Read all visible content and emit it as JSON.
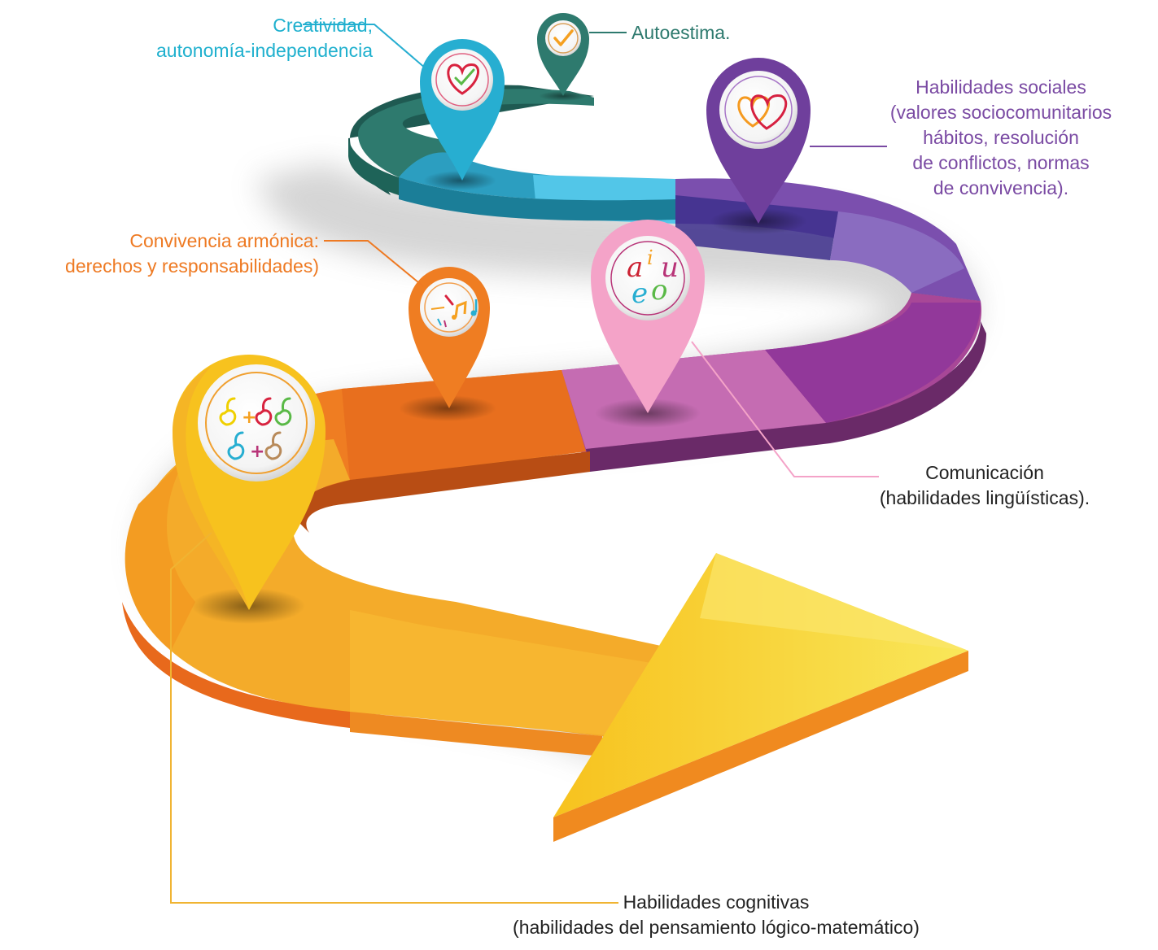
{
  "colors": {
    "teal": "#2e7a6e",
    "cyan": "#27aed1",
    "purple": "#6f3f9c",
    "pink": "#f4a3c8",
    "magenta": "#b24b9e",
    "orange": "#ef7d22",
    "yellow": "#f7c21e",
    "gold": "#f0b432"
  },
  "labels": {
    "creatividad": {
      "lines": [
        "Creatividad,",
        "autonomía-independencia"
      ],
      "color": "#1fb0ce"
    },
    "autoestima": {
      "lines": [
        "Autoestima."
      ],
      "color": "#2e7a6e"
    },
    "habilidades_sociales": {
      "lines": [
        "Habilidades sociales",
        "(valores sociocomunitarios",
        "hábitos, resolución",
        "de conflictos, normas",
        "de convivencia)."
      ],
      "color": "#7a4aa3"
    },
    "convivencia": {
      "lines": [
        "Convivencia armónica:",
        "derechos y responsabilidades)"
      ],
      "color": "#ee7a23"
    },
    "comunicacion": {
      "lines": [
        "Comunicación",
        "(habilidades lingüísticas)."
      ],
      "color": "#222222"
    },
    "cognitivas": {
      "lines": [
        "Habilidades cognitivas",
        "(habilidades del pensamiento lógico-matemático)"
      ],
      "color": "#222222"
    }
  },
  "pins": [
    {
      "name": "autoestima",
      "icon": "check-icon",
      "color": "#2e7a6e"
    },
    {
      "name": "creatividad",
      "icon": "heart-check-icon",
      "color": "#27aed1"
    },
    {
      "name": "habilidades-sociales",
      "icon": "double-heart-icon",
      "color": "#6f3f9c"
    },
    {
      "name": "comunicacion",
      "icon": "vowels-icon",
      "glyphs": [
        "a",
        "i",
        "u",
        "e",
        "o"
      ],
      "color": "#f4a3c8"
    },
    {
      "name": "convivencia",
      "icon": "music-notes-icon",
      "color": "#ef7d22"
    },
    {
      "name": "cognitivas",
      "icon": "apple-addition-icon",
      "glyphs": [
        "+",
        "+"
      ],
      "color": "#f7c21e"
    }
  ]
}
